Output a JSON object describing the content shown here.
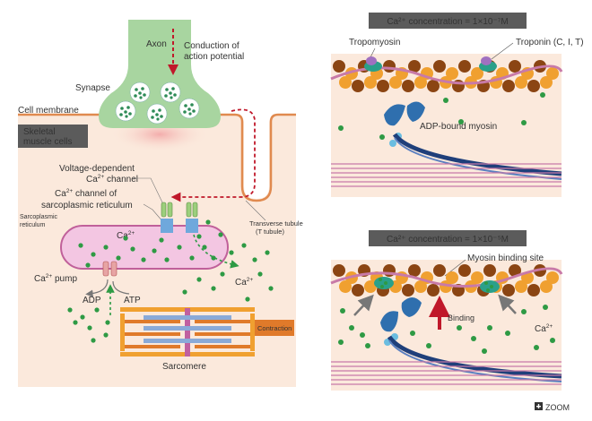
{
  "left": {
    "axon": "Axon",
    "conduction": [
      "Conduction of",
      "action potential"
    ],
    "synapse": "Synapse",
    "cell_membrane": "Cell membrane",
    "skeletal_cells": [
      "Skeletal",
      "muscle cells"
    ],
    "voltage_channel": [
      "Voltage-dependent",
      "Ca",
      "channel"
    ],
    "sr_channel": [
      "Ca",
      "channel of",
      "sarcoplasmic reticulum"
    ],
    "sarcoplasmic": [
      "Sarcoplasmic",
      "reticulum"
    ],
    "ca_inside": "Ca",
    "ca_outside": "Ca",
    "ca_pump": "Ca",
    "ca_pump_suffix": "pump",
    "adp": "ADP",
    "atp": "ATP",
    "t_tubule": [
      "Transverse tubule",
      "(T tubule)"
    ],
    "contraction": "Contraction",
    "sarcomere": "Sarcomere",
    "superscript": "2+"
  },
  "right_top": {
    "banner": "Ca²⁺ concentration = 1×10⁻⁷M",
    "tropomyosin": "Tropomyosin",
    "troponin": "Troponin (C, I, T)",
    "adp_myosin": "ADP-bound myosin"
  },
  "right_bottom": {
    "banner": "Ca²⁺ concentration = 1×10⁻⁵M",
    "binding_site": "Myosin binding site",
    "binding": "Binding",
    "ca": "Ca",
    "superscript": "2+"
  },
  "zoom": {
    "label": "ZOOM",
    "icon": "plus-icon"
  },
  "colors": {
    "muscle_bg": "#fbe9dc",
    "synapse_green": "#a8d5a0",
    "vesicle": "#2e8b57",
    "ca_dot": "#2e9a44",
    "sr_pink": "#f3c6e2",
    "sr_outline": "#c0609a",
    "banner": "#5b5b5b",
    "tubule": "#e08a4f",
    "arrow_red": "#c0182a",
    "contraction": "#e07a2a"
  }
}
